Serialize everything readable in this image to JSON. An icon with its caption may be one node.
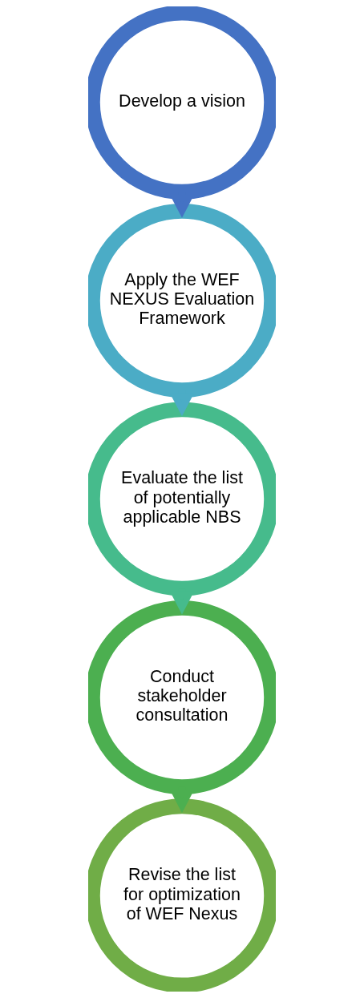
{
  "diagram": {
    "nodes": [
      {
        "text": [
          "Develop a vision"
        ]
      },
      {
        "text": [
          "Apply the WEF NEXUS Evaluation Framework"
        ]
      },
      {
        "text": [
          "Evaluate the list of potentially applicable NBS"
        ]
      },
      {
        "text": [
          "Conduct stakeholder consultation"
        ]
      },
      {
        "text": [
          "Revise the list for optimization of WEF Nexus"
        ]
      }
    ],
    "edges": [
      {
        "from": 0,
        "to": 1,
        "arrow": "to"
      },
      {
        "from": 1,
        "to": 2,
        "arrow": "to"
      },
      {
        "from": 2,
        "to": 3,
        "arrow": "to"
      },
      {
        "from": 3,
        "to": 4,
        "arrow": "to"
      }
    ]
  }
}
